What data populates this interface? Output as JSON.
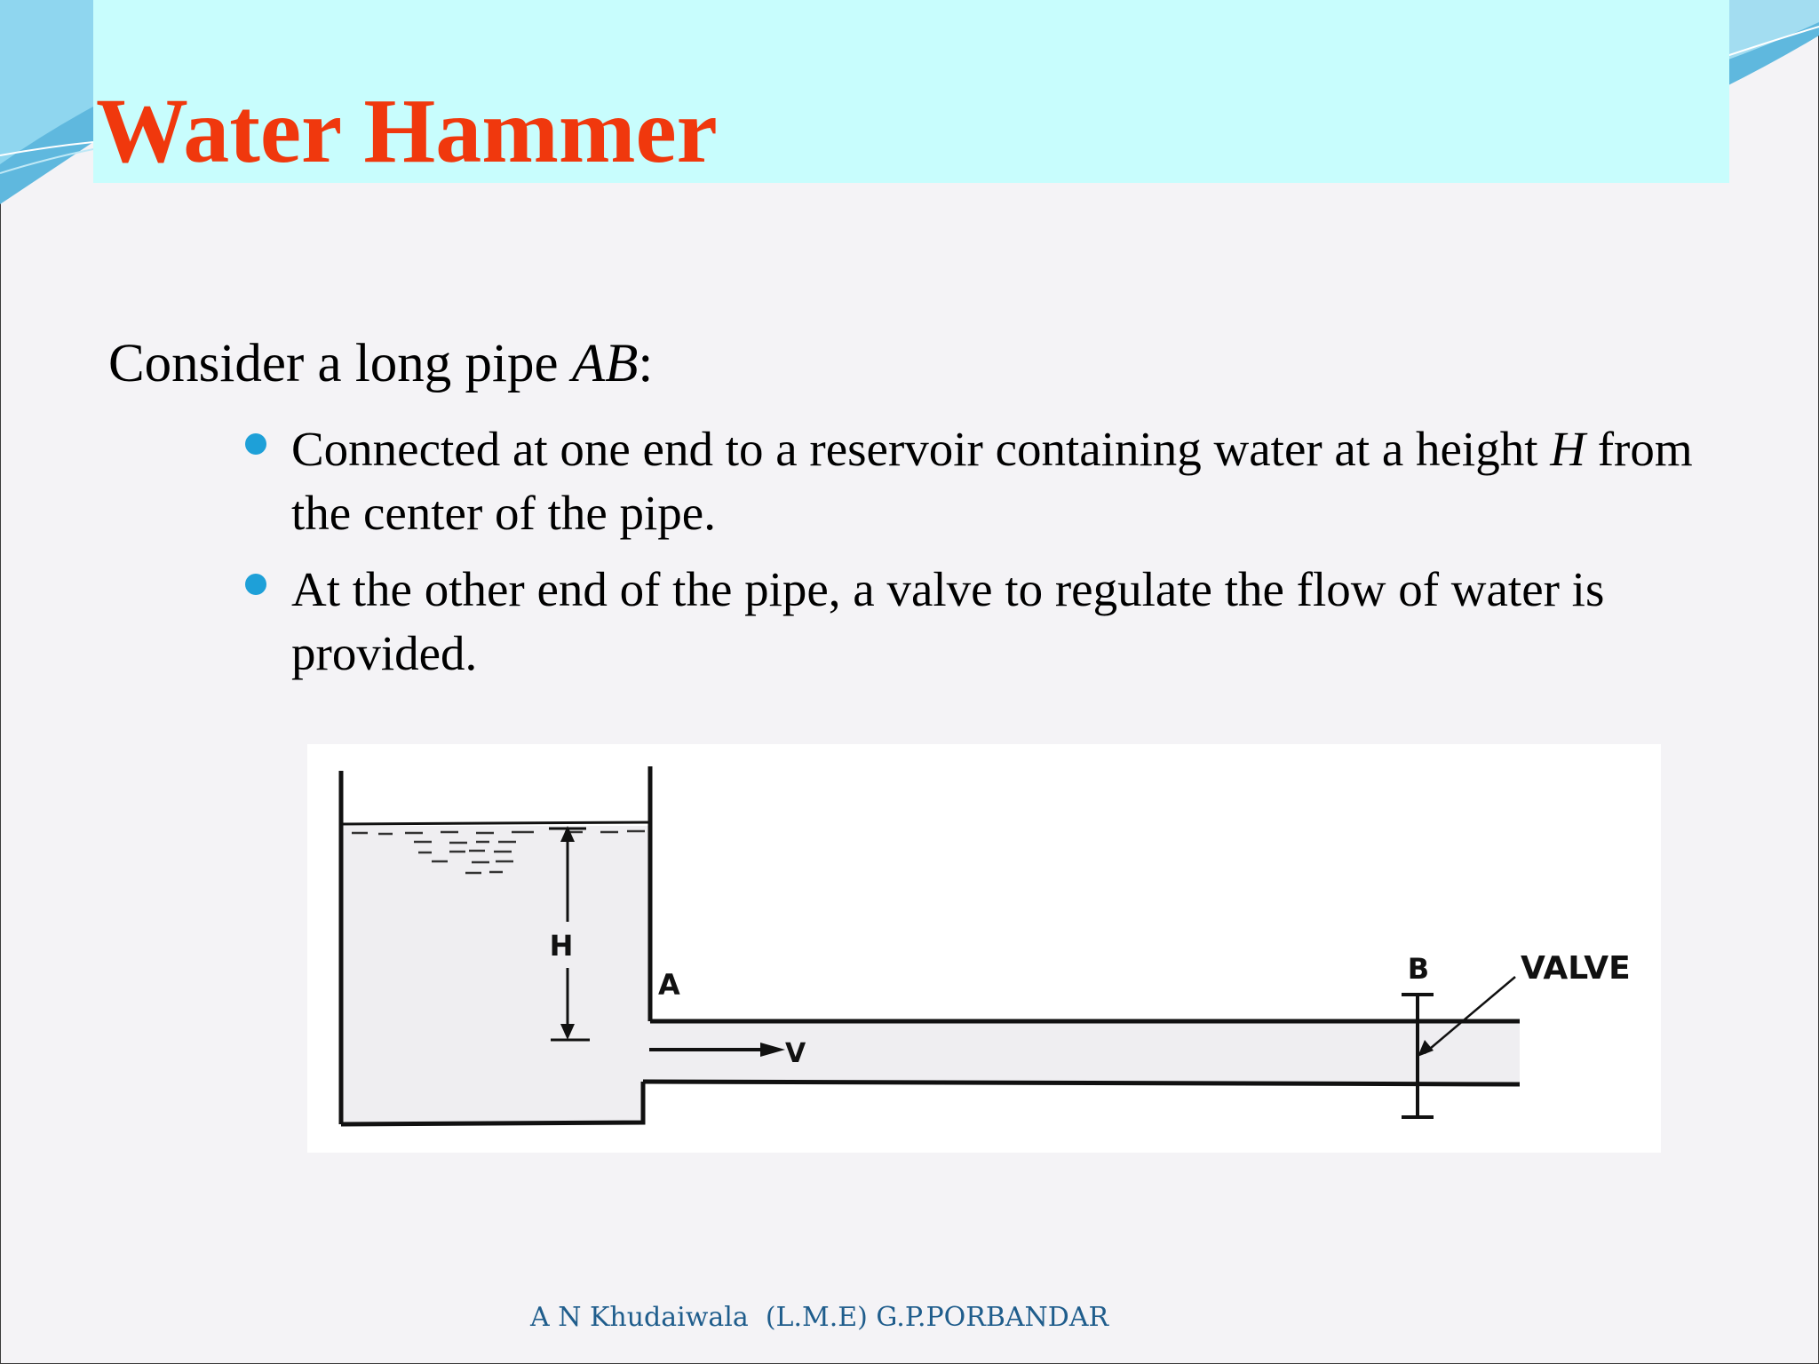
{
  "slide": {
    "title": "Water Hammer",
    "intro": {
      "prefix": "Consider a long pipe ",
      "pipe_name": "AB",
      "suffix": ":"
    },
    "bullets": [
      {
        "part1": "Connected at one end to a reservoir containing water at a height ",
        "symbol": "H",
        "part2": " from the center of the pipe."
      },
      {
        "text": "At the other end of the pipe, a valve to regulate the flow of water is provided."
      }
    ],
    "footer": "A N Khudaiwala  (L.M.E) G.P.PORBANDAR"
  },
  "diagram": {
    "labels": {
      "height": "H",
      "end_a": "A",
      "end_b": "B",
      "velocity": "V",
      "valve": "VALVE"
    }
  },
  "colors": {
    "title": "#f0380d",
    "title_band": "#c8fdfd",
    "bullet": "#1ea0d8",
    "footer": "#1f5d8c",
    "water": "#efeef1"
  }
}
